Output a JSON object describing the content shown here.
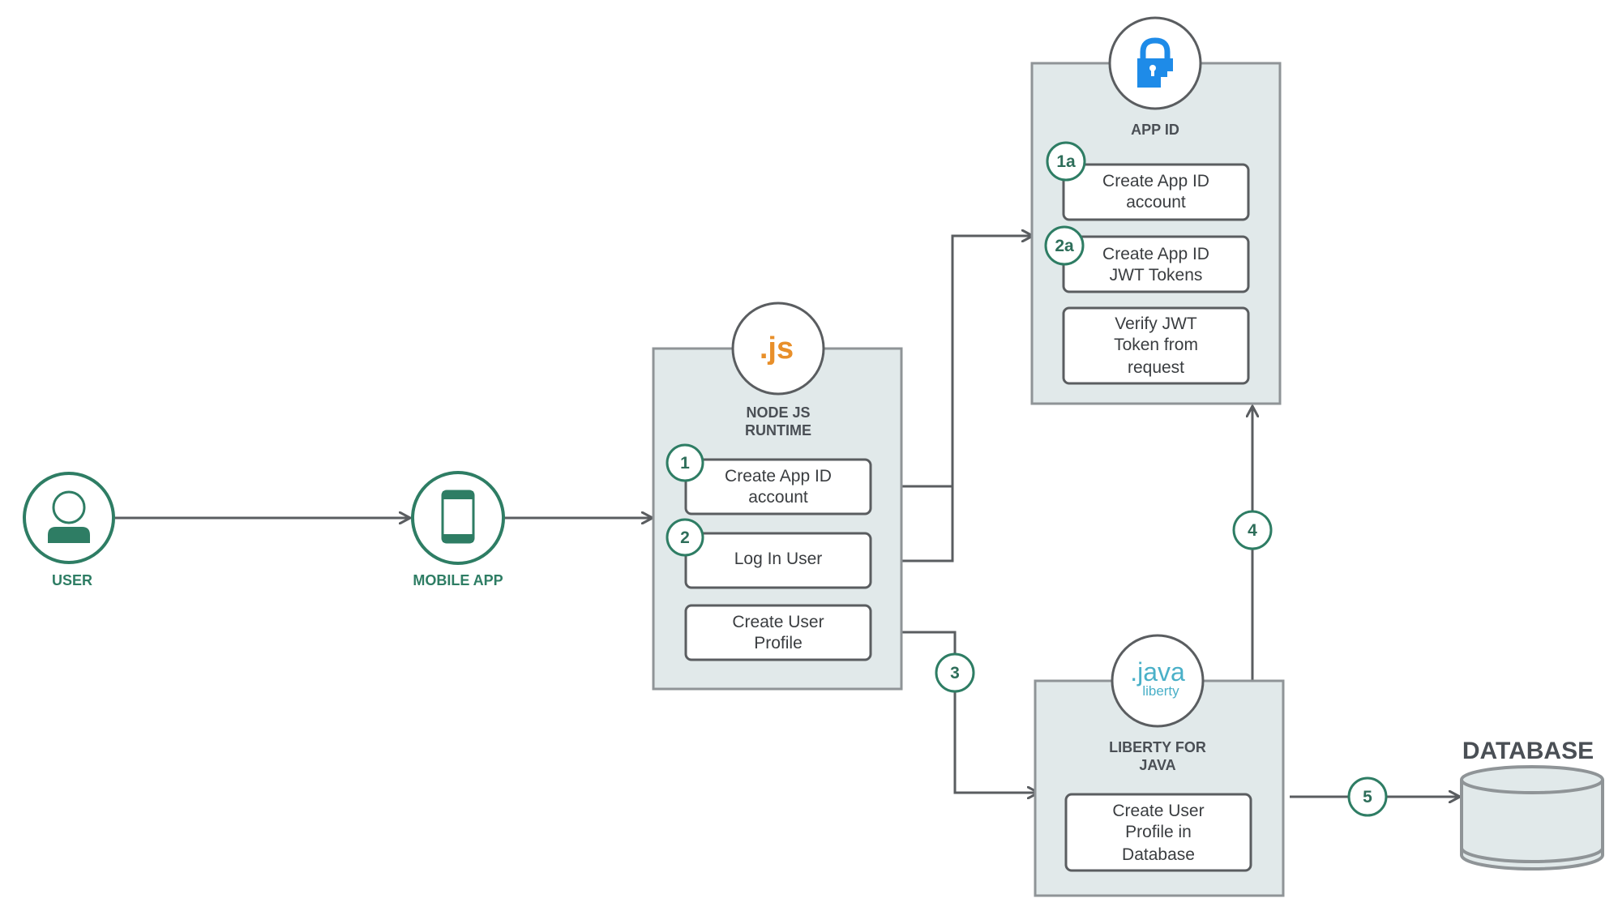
{
  "actors": {
    "user": {
      "label": "USER",
      "icon": "person-icon"
    },
    "mobile": {
      "label": "MOBILE APP",
      "icon": "phone-icon"
    }
  },
  "nodejs": {
    "logo_text": ".js",
    "title_line1": "NODE JS",
    "title_line2": "RUNTIME",
    "steps": [
      {
        "badge": "1",
        "line1": "Create App ID",
        "line2": "account"
      },
      {
        "badge": "2",
        "line1": "Log In User"
      },
      {
        "line1": "Create User",
        "line2": "Profile"
      }
    ]
  },
  "appid": {
    "icon": "lock-icon",
    "title": "APP ID",
    "steps": [
      {
        "badge": "1a",
        "line1": "Create App ID",
        "line2": "account"
      },
      {
        "badge": "2a",
        "line1": "Create App ID",
        "line2": "JWT Tokens"
      },
      {
        "line1": "Verify JWT",
        "line2": "Token from",
        "line3": "request"
      }
    ]
  },
  "liberty": {
    "logo_text": ".java",
    "logo_sub": "liberty",
    "title_line1": "LIBERTY FOR",
    "title_line2": "JAVA",
    "steps": [
      {
        "line1": "Create User",
        "line2": "Profile in",
        "line3": "Database"
      }
    ]
  },
  "badges": {
    "three": "3",
    "four": "4",
    "five": "5"
  },
  "database": {
    "label": "DATABASE",
    "icon": "database-icon"
  },
  "colors": {
    "accent_green": "#2e7d64",
    "panel_fill": "#e1e9ea",
    "panel_stroke": "#8f9497",
    "line": "#5a5d60",
    "js_orange": "#e88f2a",
    "java_blue": "#4ab0c8",
    "lock_blue": "#1e8be8"
  }
}
